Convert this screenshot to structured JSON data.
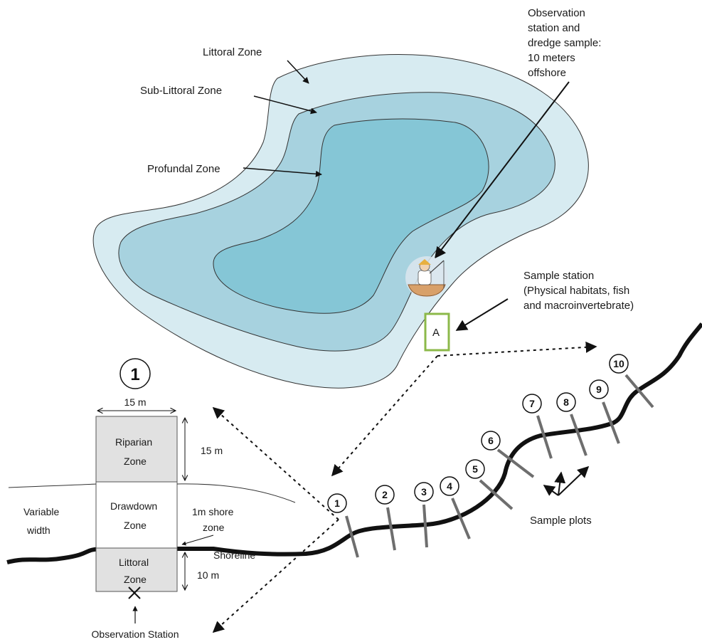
{
  "zones": {
    "littoral": "Littoral Zone",
    "sub_littoral": "Sub-Littoral Zone",
    "profundal": "Profundal Zone"
  },
  "observation_note": [
    "Observation",
    "station and",
    "dredge sample:",
    "10 meters",
    "offshore"
  ],
  "sample_station": [
    "Sample station",
    "(Physical habitats, fish",
    "and macroinvertebrate)"
  ],
  "station_letter": "A",
  "plot_detail": {
    "number": "1",
    "width": "15 m",
    "riparian": [
      "Riparian",
      "Zone"
    ],
    "riparian_depth": "15 m",
    "drawdown": [
      "Drawdown",
      "Zone"
    ],
    "variable_width": [
      "Variable",
      "width"
    ],
    "shore_zone": [
      "1m shore",
      "zone"
    ],
    "shoreline": "Shoreline",
    "littoral": [
      "Littoral",
      "Zone"
    ],
    "littoral_depth": "10 m",
    "observation_station": "Observation Station"
  },
  "plots": [
    "1",
    "2",
    "3",
    "4",
    "5",
    "6",
    "7",
    "8",
    "9",
    "10"
  ],
  "sample_plots_label": "Sample plots",
  "colors": {
    "littoral": "#d7ebf1",
    "sub_littoral": "#a7d2df",
    "profundal": "#85c6d6",
    "station_box": "#8cb94a",
    "plot_box": "#e1e1e1",
    "plot_marker": "#6e6e6e"
  }
}
